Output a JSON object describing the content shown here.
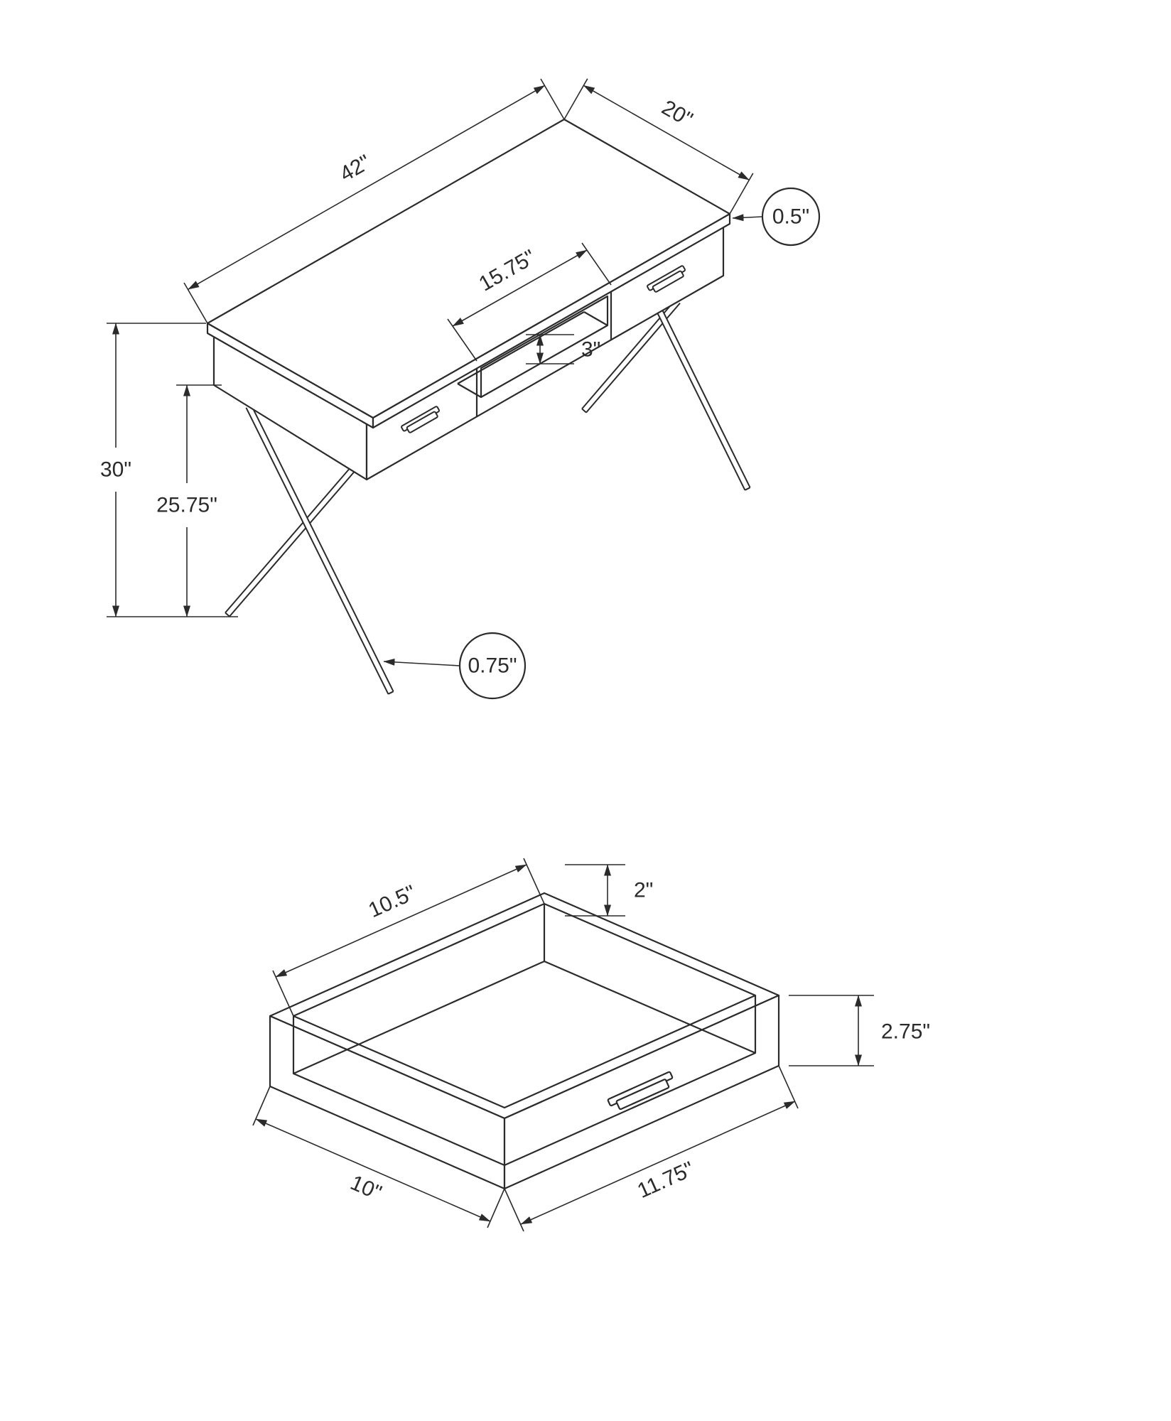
{
  "page": {
    "background": "#ffffff"
  },
  "diagram": {
    "line_color": "#2b2b2b",
    "desk": {
      "dims": {
        "length": "42\"",
        "depth": "20\"",
        "top_thickness": "0.5\"",
        "shelf_opening_width": "15.75\"",
        "shelf_opening_height": "3\"",
        "overall_height": "30\"",
        "underside_clearance": "25.75\"",
        "leg_tube_diameter": "0.75\""
      }
    },
    "drawer": {
      "dims": {
        "inner_width": "10.5\"",
        "inner_depth": "2\"",
        "outer_height": "2.75\"",
        "side_depth": "10\"",
        "front_width": "11.75\""
      }
    }
  }
}
